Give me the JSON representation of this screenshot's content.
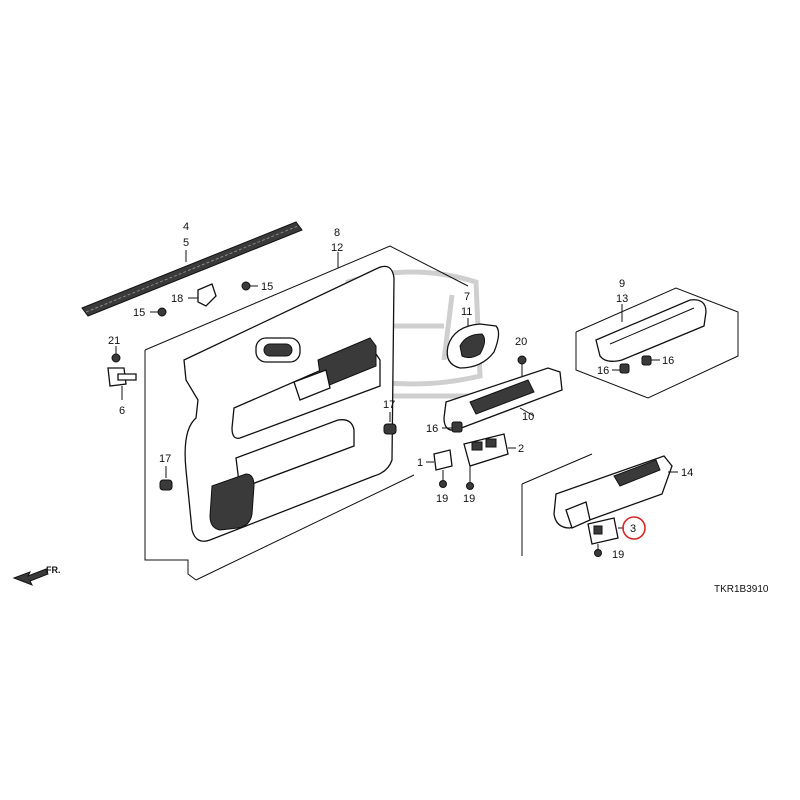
{
  "diagram": {
    "code": "TKR1B3910",
    "front_arrow": "FR.",
    "highlight_color": "#d62828",
    "callouts": {
      "c4": "4",
      "c5": "5",
      "c8": "8",
      "c12": "12",
      "c15a": "15",
      "c15b": "15",
      "c18": "18",
      "c21": "21",
      "c6": "6",
      "c7": "7",
      "c11": "11",
      "c20": "20",
      "c17a": "17",
      "c17b": "17",
      "c16a": "16",
      "c10": "10",
      "c1": "1",
      "c2": "2",
      "c19a": "19",
      "c19b": "19",
      "c19c": "19",
      "c9": "9",
      "c13": "13",
      "c16b": "16",
      "c16c": "16",
      "c14": "14",
      "c3": "3"
    }
  }
}
